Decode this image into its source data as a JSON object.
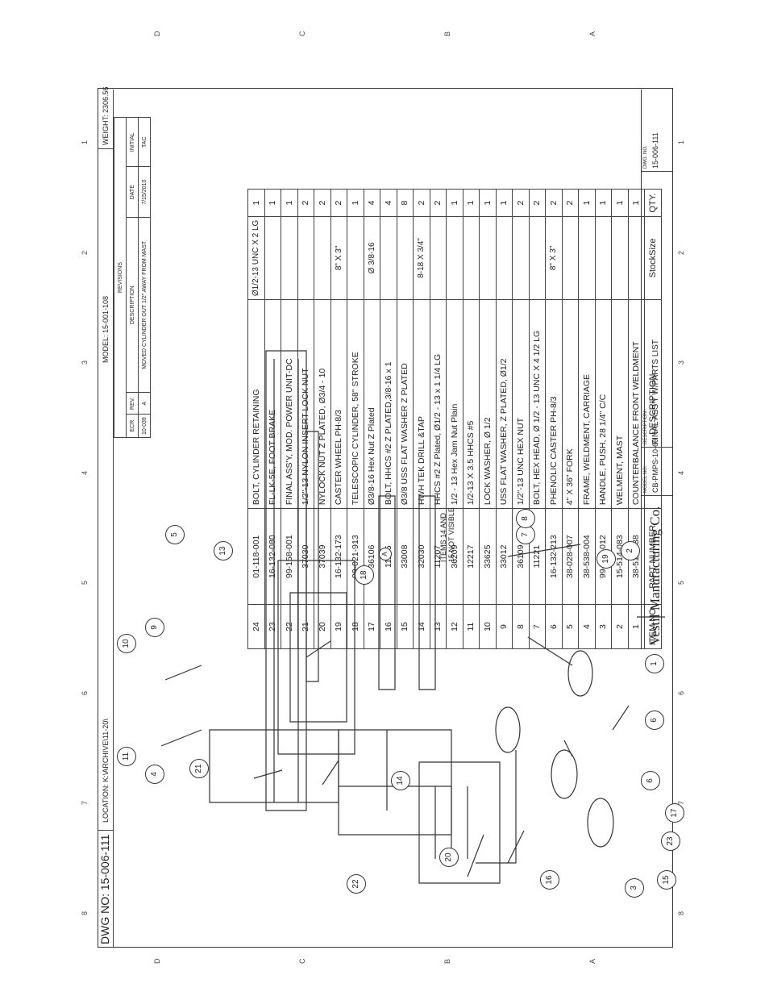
{
  "drawing_no": "DWG NO: 15-006-111",
  "location": "LOCATION: K:\\ARCHIVE\\11-20\\",
  "model": "MODEL: 15-001-108",
  "weight": "WEIGHT: 2306.56",
  "zone_numbers": [
    "8",
    "7",
    "6",
    "5",
    "4",
    "3",
    "2",
    "1"
  ],
  "zone_letters": [
    "D",
    "C",
    "B",
    "A"
  ],
  "revisions": {
    "title": "REVISIONS",
    "headers": [
      "ECR",
      "REV.",
      "DESCRIPTION",
      "DATE",
      "INITIAL"
    ],
    "rows": [
      [
        "10-039",
        "A",
        "MOVED CYLINDER OUT 1/2\" AWAY FROM MAST",
        "7/15/2010",
        "TAC"
      ]
    ]
  },
  "note": "ITEMS 14 AND 15 NOT VISIBLE",
  "parts_header": [
    "ITEM NO",
    "PART NUMBER",
    "DESCRIPTION",
    "StockSize",
    "QTY."
  ],
  "parts": [
    [
      "24",
      "01-118-001",
      "BOLT, CYLINDER RETAINING",
      "Ø1/2-13 UNC X 2 LG",
      "1"
    ],
    [
      "23",
      "16-132-080",
      "FL-LK-5E, FOOT BRAKE",
      "",
      "1"
    ],
    [
      "22",
      "99-158-001",
      "FINAL ASS'Y, MOD. POWER UNIT-DC",
      "",
      "1"
    ],
    [
      "21",
      "37030",
      "1/2\"-13 NYLON INSERT LOCK NUT",
      "",
      "2"
    ],
    [
      "20",
      "37039",
      "NYLOCK NUT Z PLATED, Ø3/4 - 10",
      "",
      "2"
    ],
    [
      "19",
      "16-132-173",
      "CASTER WHEEL PH-8/3",
      "8\" X 3\"",
      "2"
    ],
    [
      "18",
      "99-021-913",
      "TELESCOPIC CYLINDER, 58\" STROKE",
      "",
      "1"
    ],
    [
      "17",
      "36106",
      "Ø3/8-16 Hex Nut Z Plated",
      "Ø 3/8-16",
      "4"
    ],
    [
      "16",
      "11105",
      "BOLT, HHCS #2 Z PLATED,3/8-16 x 1",
      "",
      "4"
    ],
    [
      "15",
      "33008",
      "Ø3/8 USS FLAT WASHER Z PLATED",
      "",
      "8"
    ],
    [
      "14",
      "32030",
      "HWH TEK DRILL &TAP",
      "8-18 X 3/4\"",
      "2"
    ],
    [
      "13",
      "11207",
      "HHCS #2 Z Plated, Ø1/2 - 13 x 1 1/4 LG",
      "",
      "2"
    ],
    [
      "12",
      "36209",
      "1/2 - 13 Hex Jam Nut Plain",
      "",
      "1"
    ],
    [
      "11",
      "12217",
      "1/2-13 X 3.5 HHCS #5",
      "",
      "1"
    ],
    [
      "10",
      "33625",
      "LOCK WASHER, Ø 1/2",
      "",
      "1"
    ],
    [
      "9",
      "33012",
      "USS FLAT WASHER, Z PLATED, Ø1/2",
      "",
      "1"
    ],
    [
      "8",
      "36109",
      "1/2\"-13 UNC HEX NUT",
      "",
      "2"
    ],
    [
      "7",
      "11221",
      "BOLT, HEX HEAD, Ø 1/2 - 13 UNC X 4 1/2 LG",
      "",
      "2"
    ],
    [
      "6",
      "16-132-213",
      "PHENOLIC CASTER PH-8/3",
      "8\" X 3\"",
      "2"
    ],
    [
      "5",
      "38-028-007",
      "4\" X 36\" FORK",
      "",
      "2"
    ],
    [
      "4",
      "38-538-004",
      "FRAME, WELDMENT, CARRIAGE",
      "",
      "1"
    ],
    [
      "3",
      "99-025-012",
      "HANDLE, PUSH, 28 1/4\" C/C",
      "",
      "1"
    ],
    [
      "2",
      "15-514-083",
      "WELMENT, MAST",
      "",
      "1"
    ],
    [
      "1",
      "38-514-038",
      "COUNTERBALANCE FRONT WELDMENT",
      "",
      "1"
    ]
  ],
  "title_block": {
    "company": "Vestil Manufacturing Co.",
    "model_label": "MODEL NO:",
    "model_no": "CB-PMPS-10-60",
    "desc_label": "DESCRIPTION:",
    "description": "FINAL ASS'Y W/PARTS LIST",
    "dwg_label": "DWG. NO.",
    "dwg_no": "15-006-111"
  },
  "balloons": [
    "1",
    "2",
    "3",
    "4",
    "5",
    "6",
    "6",
    "7",
    "8",
    "9",
    "10",
    "11",
    "13",
    "14",
    "15",
    "16",
    "17",
    "18",
    "19",
    "20",
    "21",
    "22",
    "23"
  ],
  "rev_marker": "A"
}
